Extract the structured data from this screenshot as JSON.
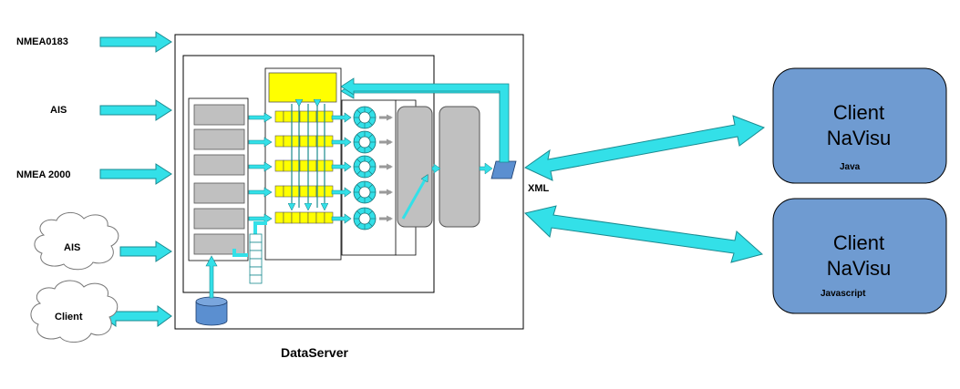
{
  "inputs": {
    "nmea0183": "NMEA0183",
    "ais": "AIS",
    "nmea2000": "NMEA 2000",
    "ais_cloud": "AIS",
    "client_cloud": "Client"
  },
  "server": {
    "title": "DataServer",
    "xml_label": "XML"
  },
  "clients": [
    {
      "line1": "Client",
      "line2": "NaVisu",
      "tech": "Java"
    },
    {
      "line1": "Client",
      "line2": "NaVisu",
      "tech": "Javascript"
    }
  ],
  "colors": {
    "arrow": "#33e0e8",
    "queue": "#ffff00",
    "client_box": "#6f9bd1",
    "gray_block": "#c0c0c0"
  }
}
